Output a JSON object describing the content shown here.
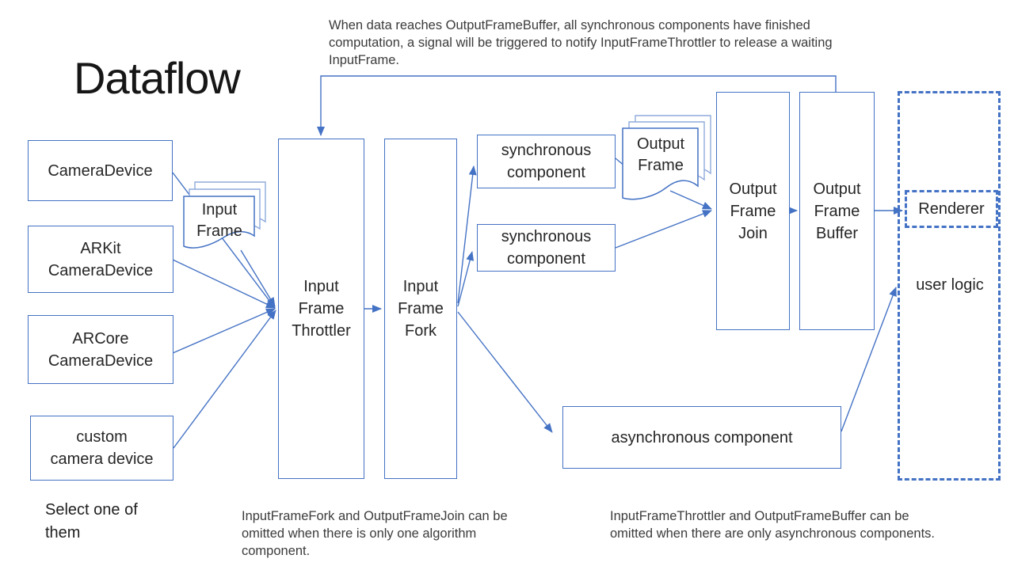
{
  "slide": {
    "title": "Dataflow",
    "top_note": "When data reaches OutputFrameBuffer, all synchronous components have finished computation, a signal will be triggered to notify InputFrameThrottler to release a waiting InputFrame.",
    "select_note": "Select one of\nthem",
    "note_fork_join": "InputFrameFork and OutputFrameJoin can be omitted when there is only one algorithm component.",
    "note_throttler_buffer": "InputFrameThrottler and OutputFrameBuffer can be omitted when there are only asynchronous components."
  },
  "nodes": {
    "camera_device": "CameraDevice",
    "arkit_camera_device": "ARKit\nCameraDevice",
    "arcore_camera_device": "ARCore\nCameraDevice",
    "custom_camera_device": "custom\ncamera device",
    "input_frame": "Input\nFrame",
    "input_frame_throttler": "Input\nFrame\nThrottler",
    "input_frame_fork": "Input\nFrame\nFork",
    "sync_component_1": "synchronous\ncomponent",
    "sync_component_2": "synchronous\ncomponent",
    "output_frame": "Output\nFrame",
    "output_frame_join": "Output\nFrame\nJoin",
    "output_frame_buffer": "Output\nFrame\nBuffer",
    "async_component": "asynchronous component",
    "renderer": "Renderer",
    "user_logic": "user logic"
  },
  "colors": {
    "accent": "#4472C4",
    "light": "#8FAADC"
  }
}
